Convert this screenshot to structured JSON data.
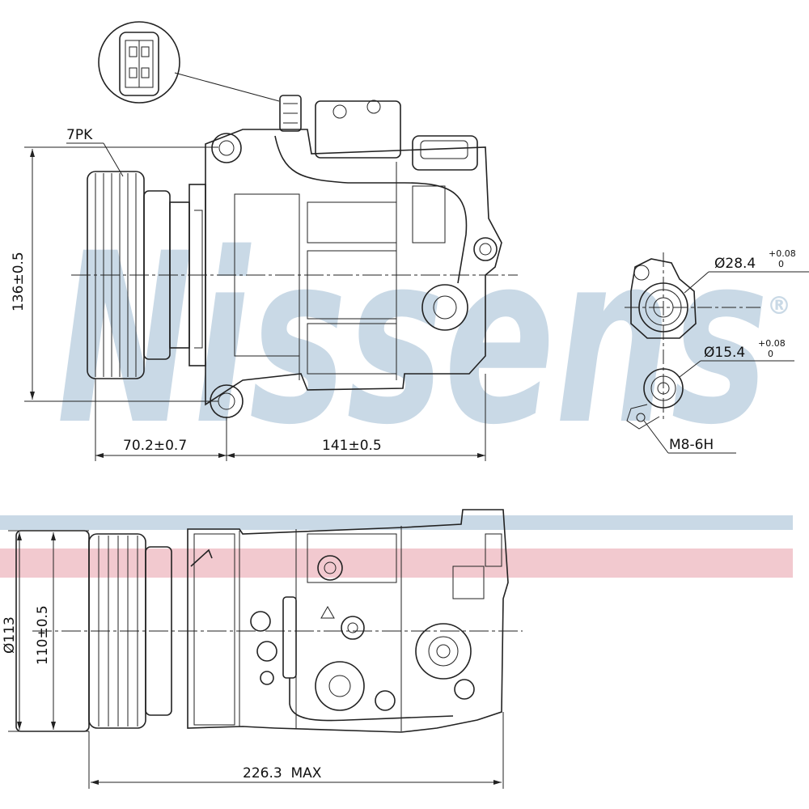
{
  "watermark": {
    "brand": "Nissens",
    "registered_mark": "®",
    "blue": "#c9d9e6",
    "red": "#f2c9cf"
  },
  "top_view": {
    "belt_label": "7PK",
    "height_dim": "136±0.5",
    "pulley_offset_dim": "70.2±0.7",
    "body_length_dim": "141±0.5"
  },
  "port_detail": {
    "large_port_dia": "Ø28.4",
    "large_port_tol": "+0.08",
    "large_port_tol_low": "0",
    "small_port_dia": "Ø15.4",
    "small_port_tol": "+0.08",
    "small_port_tol_low": "0",
    "thread": "M8-6H"
  },
  "side_view": {
    "pulley_dia_dim": "Ø113",
    "pulley_face_dim": "110±0.5",
    "overall_length_dim": "226.3  MAX"
  },
  "colors": {
    "line": "#222222"
  }
}
